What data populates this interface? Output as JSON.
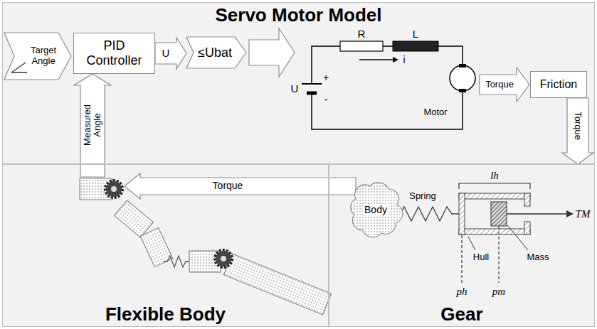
{
  "diagram": {
    "nodes": [
      {
        "text": [
          "Servo Motor Model"
        ]
      },
      {
        "text": [
          "Flexible Body"
        ]
      },
      {
        "text": [
          "Gear"
        ]
      },
      {
        "text": [
          "Target Angle"
        ],
        "in": 0
      },
      {
        "text": [
          "PID Controller"
        ],
        "in": 0
      },
      {
        "text": [
          "≤Ubat"
        ],
        "in": 0
      },
      {
        "text": [
          "Friction"
        ],
        "in": 0
      },
      {
        "text": [
          "Body"
        ],
        "in": 2
      }
    ],
    "edges": [
      {
        "from": 4,
        "to": 5,
        "label": "U",
        "arrow": "to"
      },
      {
        "from": 1,
        "to": 4,
        "label": "Measured Angle",
        "arrow": "to"
      },
      {
        "from": 6,
        "to": 2,
        "label": "Torque",
        "arrow": "to"
      }
    ],
    "labels": [
      "R",
      "L",
      "U",
      "+",
      "-",
      "i",
      "Motor",
      "Torque",
      "Torque",
      "lh",
      "Spring",
      "Hull",
      "ph",
      "Mass",
      "pm",
      "TM"
    ]
  }
}
